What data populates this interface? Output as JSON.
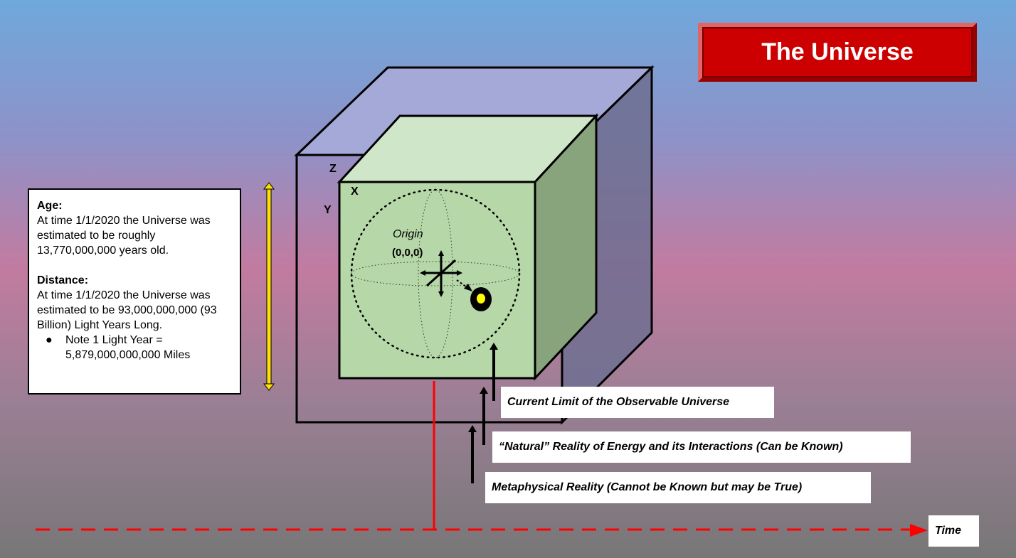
{
  "title": "The Universe",
  "info": {
    "age_heading": "Age:",
    "age_text": "At time 1/1/2020 the Universe was estimated to be roughly 13,770,000,000 years old.",
    "distance_heading": "Distance:",
    "distance_text": "At time 1/1/2020 the Universe was estimated to be 93,000,000,000 (93 Billion) Light Years Long.",
    "note_bullet": "●",
    "note_text": "Note 1 Light Year = 5,879,000,000,000 Miles"
  },
  "axes": {
    "z": "Z",
    "x": "X",
    "y": "Y"
  },
  "origin": {
    "label": "Origin",
    "coords": "(0,0,0)"
  },
  "labels": {
    "observable_limit": "Current Limit of the Observable Universe",
    "natural_reality": "“Natural” Reality of Energy and its Interactions (Can be Known)",
    "metaphysical_reality": "Metaphysical Reality (Cannot be Known but may be True)"
  },
  "time_label": "Time",
  "colors": {
    "title_red": "#cc0000",
    "inner_cube_green": "#b6d7a8",
    "time_line_red": "#ff0000",
    "scale_arrow_yellow": "#ffe100"
  }
}
